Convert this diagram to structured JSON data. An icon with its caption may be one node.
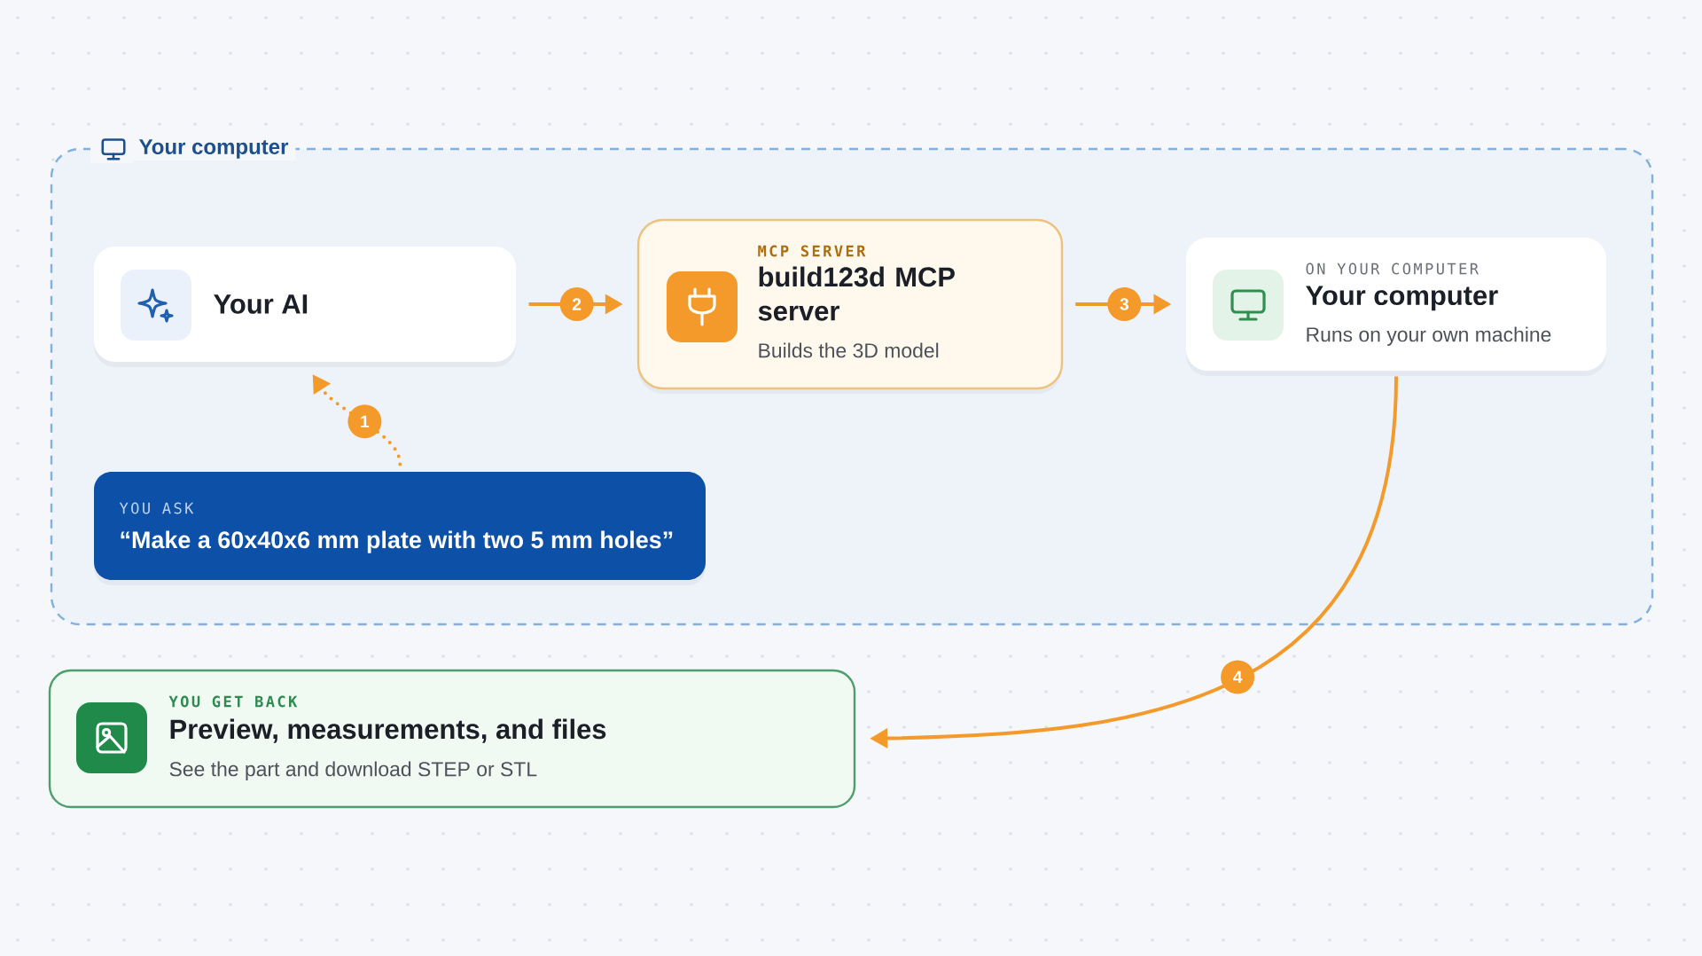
{
  "diagram": {
    "nodes": [
      {
        "text": [
          "Your computer"
        ]
      },
      {
        "text": [
          "Your AI"
        ],
        "in": 0
      },
      {
        "text": [
          "MCP SERVER",
          "build123d MCP server",
          "Builds the 3D model"
        ],
        "in": 0
      },
      {
        "text": [
          "ON YOUR COMPUTER",
          "Your computer",
          "Runs on your own machine"
        ],
        "in": 0
      },
      {
        "text": [
          "YOU ASK",
          "“Make a 60x40x6 mm plate with two 5 mm holes”"
        ],
        "in": 0
      },
      {
        "text": [
          "YOU GET BACK",
          "Preview, measurements, and files",
          "See the part and download STEP or STL"
        ]
      }
    ],
    "edges": [
      {
        "from": 4,
        "to": 1,
        "arrow": "to",
        "label": "1",
        "style": "dashed"
      },
      {
        "from": 1,
        "to": 2,
        "arrow": "to",
        "label": "2"
      },
      {
        "from": 2,
        "to": 3,
        "arrow": "to",
        "label": "3"
      },
      {
        "from": 3,
        "to": 5,
        "arrow": "to",
        "label": "4"
      }
    ]
  }
}
